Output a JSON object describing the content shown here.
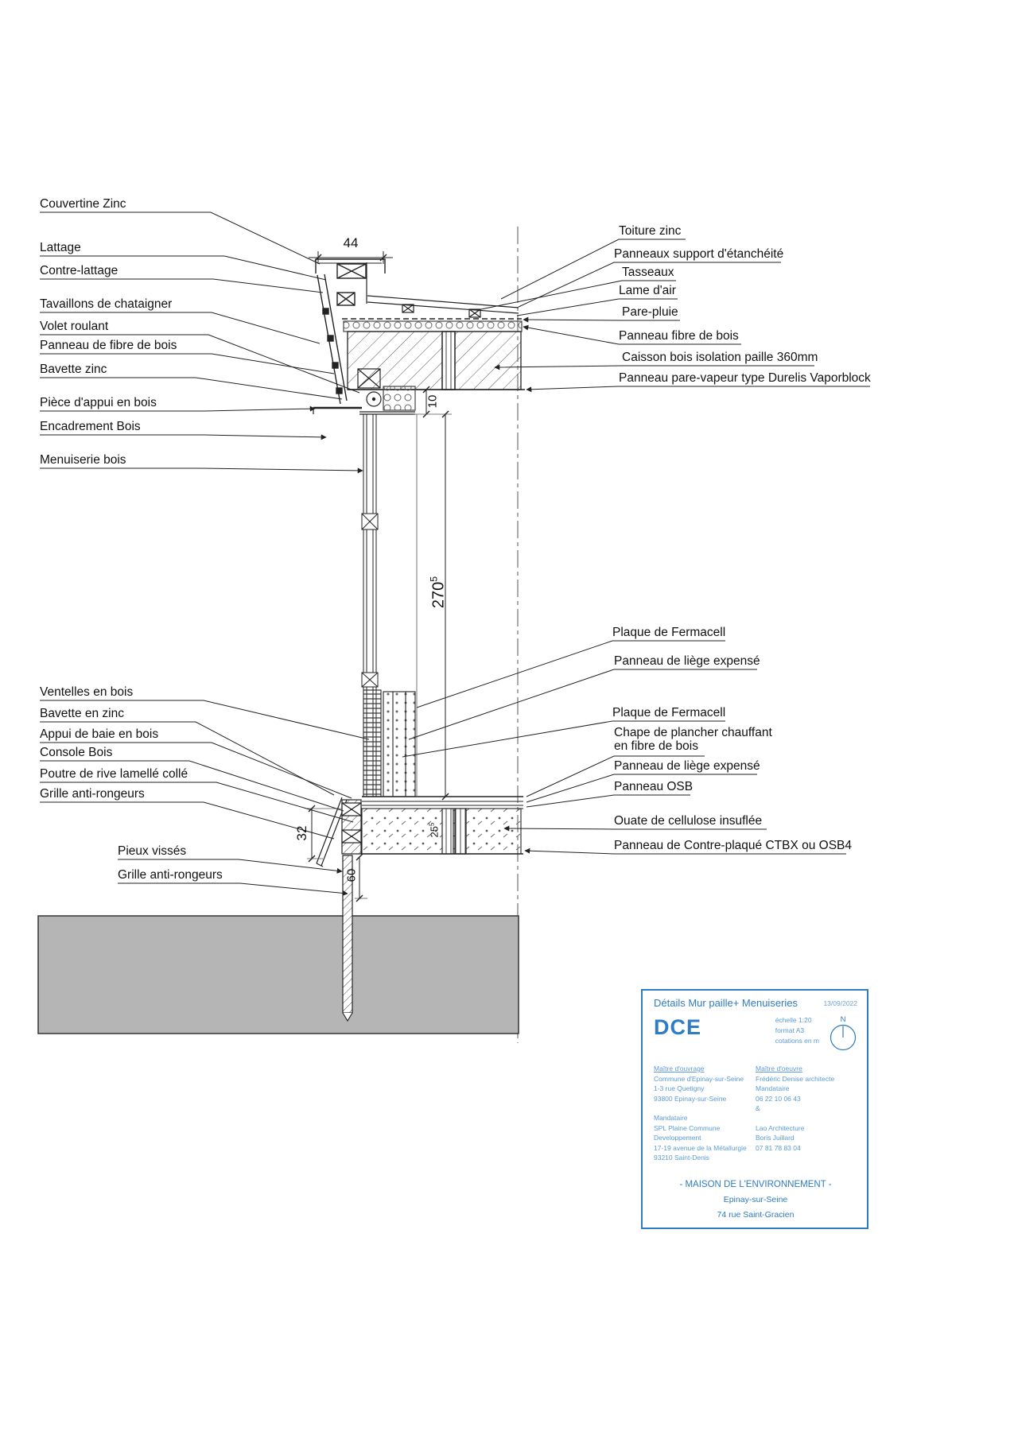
{
  "callouts": {
    "left": [
      "Couvertine Zinc",
      "Lattage",
      "Contre-lattage",
      "Tavaillons de chataigner",
      "Volet roulant",
      "Panneau de fibre de bois",
      "Bavette zinc",
      "Pièce d'appui en bois",
      "Encadrement Bois",
      "Menuiserie bois",
      "Ventelles en bois",
      "Bavette en zinc",
      "Appui de baie en bois",
      "Console Bois",
      "Poutre de rive lamellé collé",
      "Grille anti-rongeurs",
      "Pieux vissés",
      "Grille anti-rongeurs"
    ],
    "right": [
      "Toiture zinc",
      "Panneaux support d'étanchéité",
      "Tasseaux",
      "Lame d'air",
      "Pare-pluie",
      "Panneau fibre de bois",
      "Caisson bois isolation paille 360mm",
      "Panneau pare-vapeur type Durelis Vaporblock",
      "Plaque de Fermacell",
      "Panneau de liège expensé",
      "Plaque de Fermacell",
      "Chape de plancher chauffant",
      "en fibre de bois",
      "Panneau de liège expensé",
      "Panneau OSB",
      "Ouate de cellulose insuflée",
      "Panneau de Contre-plaqué CTBX ou OSB4"
    ]
  },
  "dimensions": {
    "width_top": "44",
    "head_height": "10",
    "window_height": "270",
    "window_height_sup": "5",
    "edge_height": "32",
    "floor_thickness": "25",
    "floor_thickness_sup": "5",
    "pile_offset": "60"
  },
  "title_block": {
    "title": "Détails Mur paille+ Menuiseries",
    "date": "13/09/2022",
    "phase": "DCE",
    "scale": "échelle 1:20",
    "format": "format A3",
    "units": "cotations en m",
    "north": "N",
    "col_a": [
      "Maître d'ouvrage",
      "Commune d'Epinay-sur-Seine",
      "1-3 rue Quetigny",
      "93800 Epinay-sur-Seine",
      "Mandataire",
      "SPL Plaine Commune",
      "Developpement",
      "17-19 avenue de la Métallurgie",
      "93210 Saint-Denis"
    ],
    "col_b": [
      "Maître d'oeuvre",
      "Frédéric Denise architecte",
      "Mandataire",
      "06 22 10 06 43",
      "&",
      "Lao Architecture",
      "Boris Juillard",
      "07 81 78 83 04"
    ],
    "project": "- MAISON DE L'ENVIRONNEMENT -",
    "city": "Epinay-sur-Seine",
    "address": "74 rue Saint-Gracien"
  },
  "colors": {
    "accent": "#2e7cc3",
    "line": "#1a1a1a",
    "ground": "#b5b5b5"
  }
}
